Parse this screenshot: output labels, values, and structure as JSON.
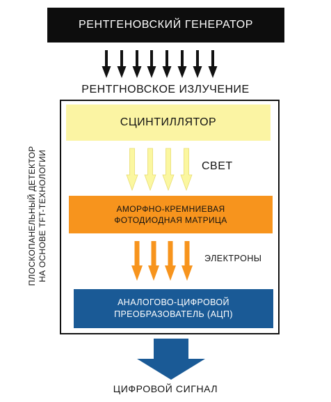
{
  "diagram": {
    "generator_label": "РЕНТГЕНОВСКИЙ ГЕНЕРАТОР",
    "xray_label": "РЕНТГНОВСКОЕ ИЗЛУЧЕНИЕ",
    "detector_label": [
      "ПЛОСКОПАНЕЛЬНЫЙ ДЕТЕКТОР",
      "НА ОСНОВЕ TFT-ТЕХНОЛОГИИ"
    ],
    "scintillator_label": "СЦИНТИЛЛЯТОР",
    "light_label": "СВЕТ",
    "photodiode_label": [
      "АМОРФНО-КРЕМНИЕВАЯ",
      "ФОТОДИОДНАЯ МАТРИЦА"
    ],
    "electrons_label": "ЭЛЕКТРОНЫ",
    "adc_label": [
      "АНАЛОГОВО-ЦИФРОВОЙ",
      "ПРЕОБРАЗОВАТЕЛЬ (АЦП)"
    ],
    "signal_label": "ЦИФРОВОЙ СИГНАЛ"
  },
  "colors": {
    "xray_arrow": "#111111",
    "light_arrow": "#fbf7a0",
    "electron_arrow": "#f7941d",
    "scintillator": "#fbf4a3",
    "photodiode": "#f7941d",
    "adc": "#1a5a96",
    "signal_arrow": "#1a5a96"
  }
}
